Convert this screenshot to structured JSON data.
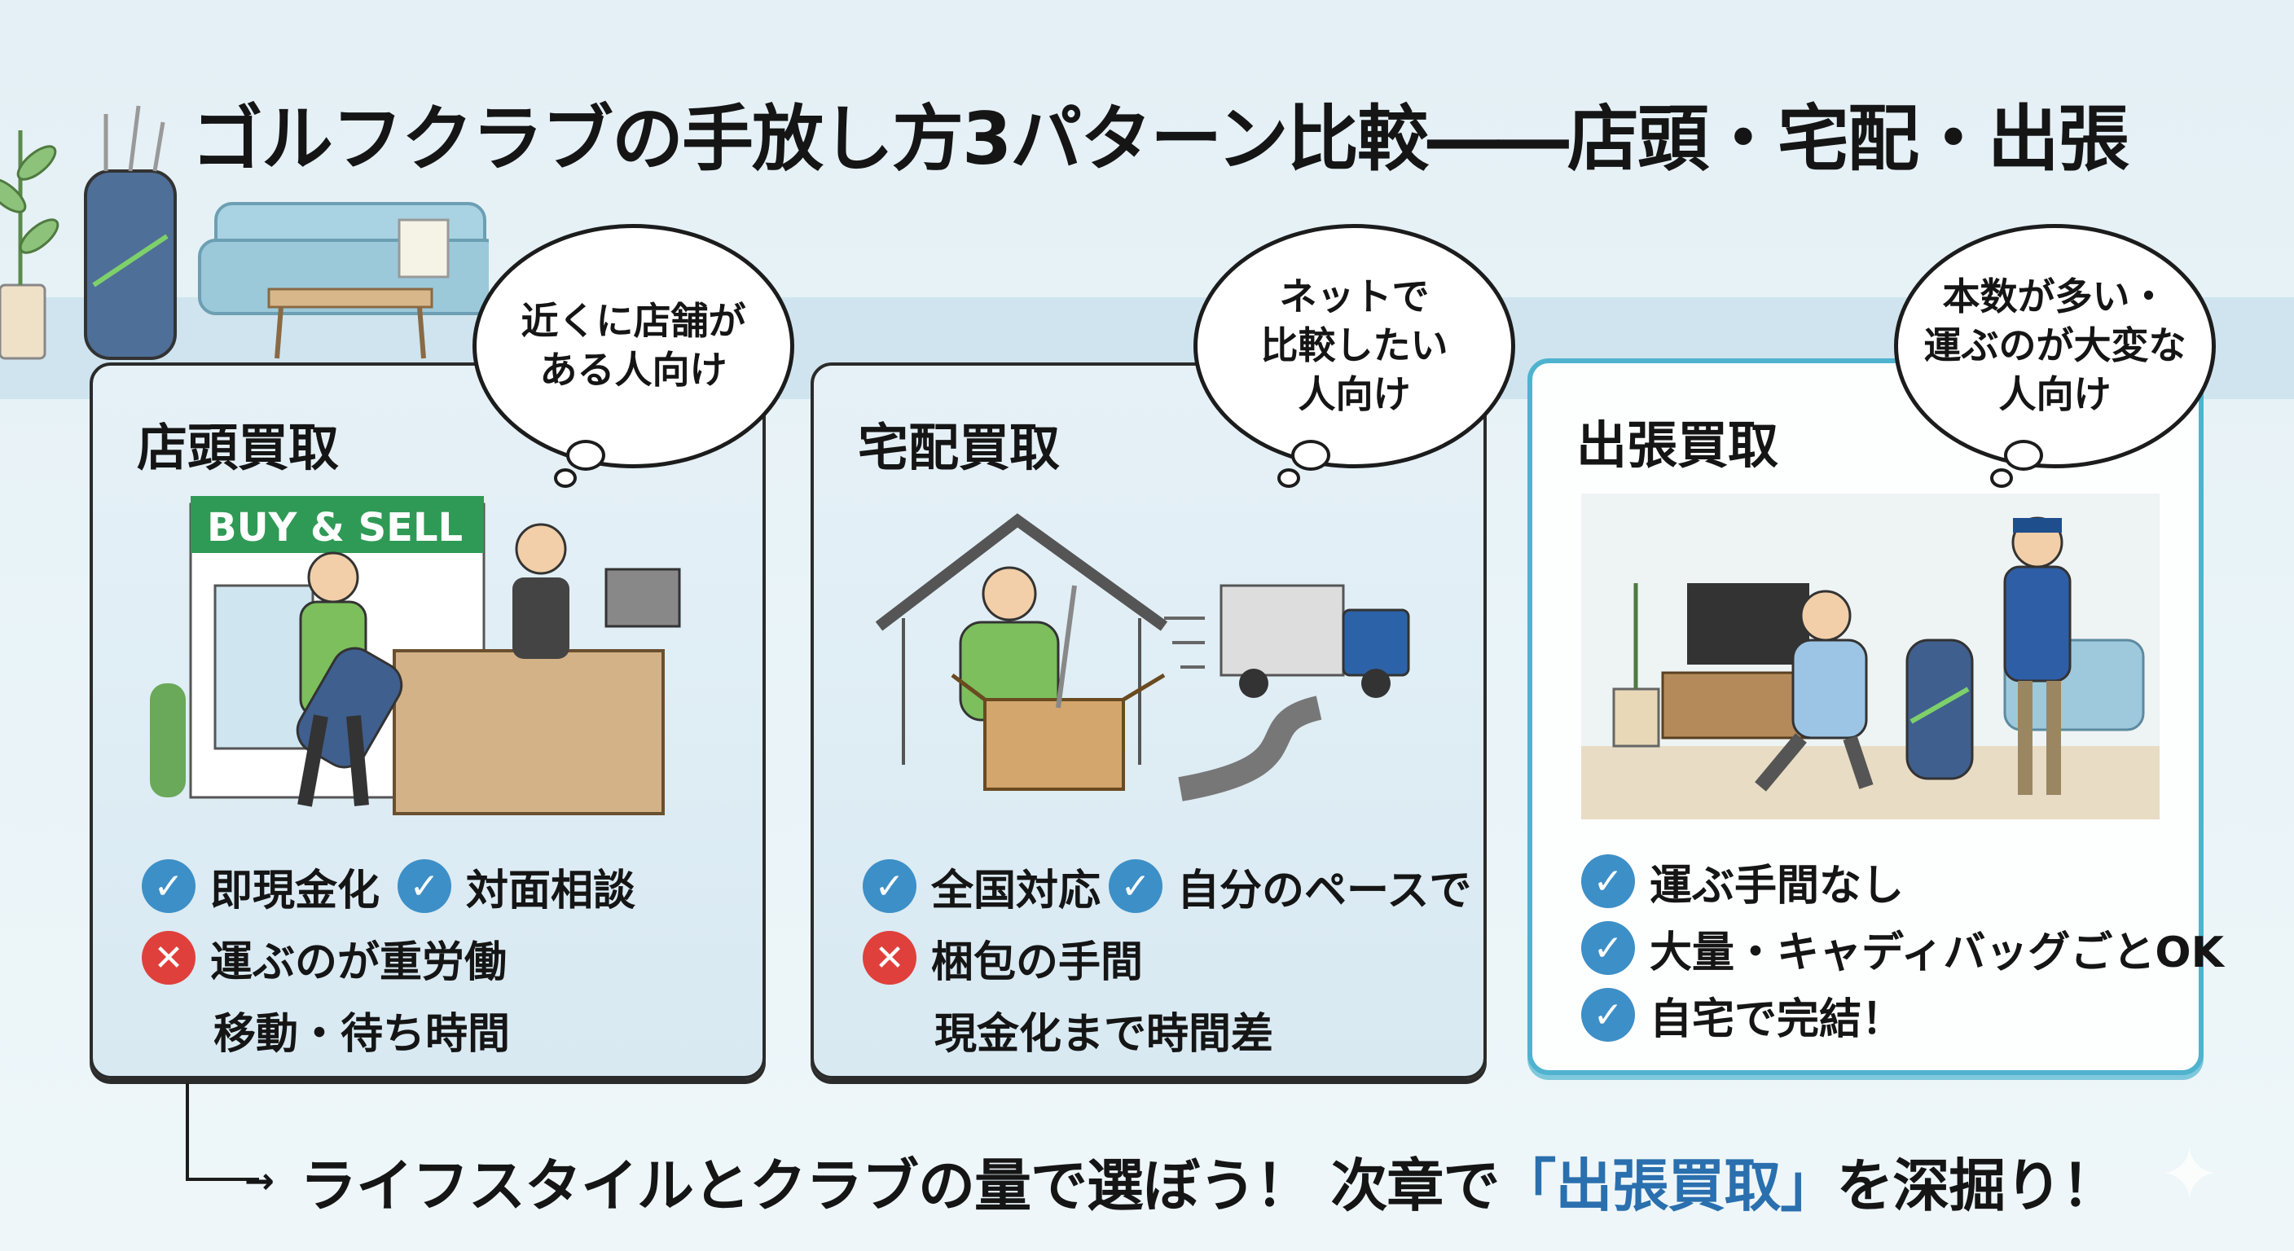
{
  "title": "ゴルフクラブの手放し方3パターン比較――店頭・宅配・出張",
  "cards": [
    {
      "title": "店頭買取",
      "bubble": [
        "近くに店舗が",
        "ある人向け"
      ],
      "sign": "BUY & SELL",
      "pros": [
        "即現金化",
        "対面相談"
      ],
      "cons": [
        "運ぶのが重労働",
        "移動・待ち時間"
      ]
    },
    {
      "title": "宅配買取",
      "bubble": [
        "ネットで",
        "比較したい",
        "人向け"
      ],
      "pros": [
        "全国対応",
        "自分のペースで"
      ],
      "cons": [
        "梱包の手間",
        "現金化まで時間差"
      ]
    },
    {
      "title": "出張買取",
      "bubble": [
        "本数が多い・",
        "運ぶのが大変な",
        "人向け"
      ],
      "pros": [
        "運ぶ手間なし",
        "大量・キャディバッグごとOK",
        "自宅で完結！"
      ]
    }
  ],
  "footer": {
    "before": "ライフスタイルとクラブの量で選ぼう！ 次章で",
    "accent": "「出張買取」",
    "after": "を深掘り！"
  },
  "icons": {
    "check": "✓",
    "cross": "✕",
    "arrow": "→",
    "sparkle": "✦"
  },
  "colors": {
    "check": "#3d8fc7",
    "cross": "#e0403c",
    "highlight": "#4fb3cf",
    "accent": "#2a6fae"
  }
}
